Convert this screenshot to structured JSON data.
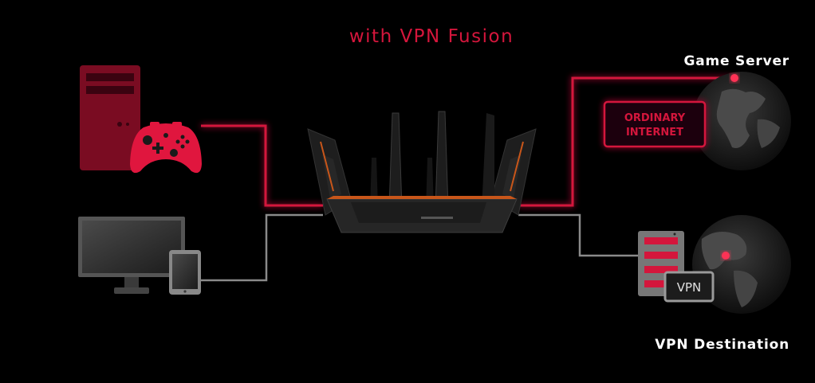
{
  "title": "with VPN Fusion",
  "labels": {
    "game_server": "Game Server",
    "vpn_destination": "VPN Destination",
    "ordinary_internet_line1": "ORDINARY",
    "ordinary_internet_line2": "INTERNET",
    "vpn_badge": "VPN"
  },
  "colors": {
    "background": "#000000",
    "accent_red": "#d4163c",
    "gray_line": "#8a8a8a",
    "text": "#ffffff"
  },
  "icons": {
    "desktop_pc": "desktop-tower-icon",
    "gamepad": "gamepad-icon",
    "monitor": "monitor-icon",
    "tablet": "tablet-icon",
    "router": "router-icon",
    "globe_top": "globe-icon",
    "globe_bottom": "globe-icon",
    "vpn_server": "server-icon"
  }
}
